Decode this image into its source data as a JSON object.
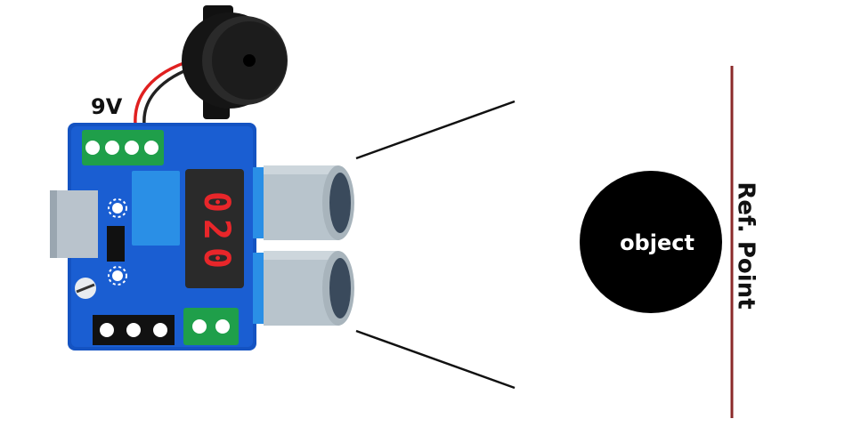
{
  "labels": {
    "power": "9V",
    "display": [
      "0",
      "2",
      "0"
    ],
    "object": "object",
    "reference": "Ref. Point"
  },
  "colors": {
    "board": "#1453c2",
    "terminal": "#1f9f4a",
    "display_bg": "#2a2a2a",
    "display_digit": "#e8262a",
    "sensor": "#b8c4cc",
    "object": "#000000",
    "reference_line": "#8b2a2a"
  }
}
